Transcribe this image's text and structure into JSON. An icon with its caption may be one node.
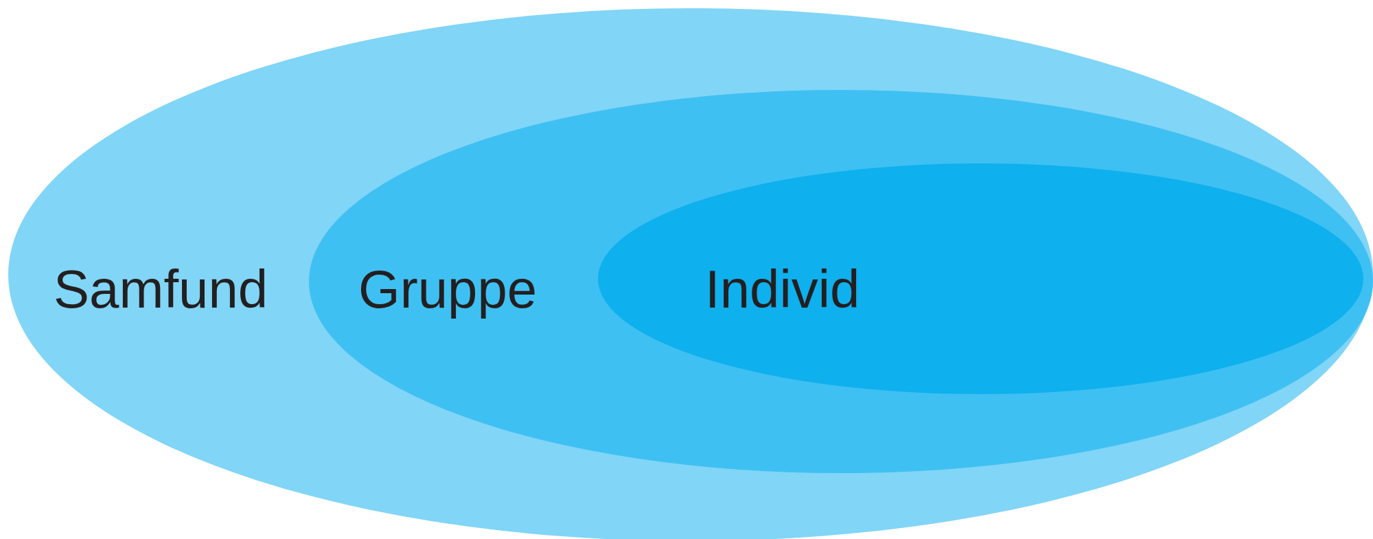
{
  "diagram": {
    "nodes": [
      {
        "text": [
          "Samfund"
        ]
      },
      {
        "text": [
          "Gruppe"
        ],
        "in": 0
      },
      {
        "text": [
          "Individ"
        ],
        "in": 1
      }
    ]
  }
}
